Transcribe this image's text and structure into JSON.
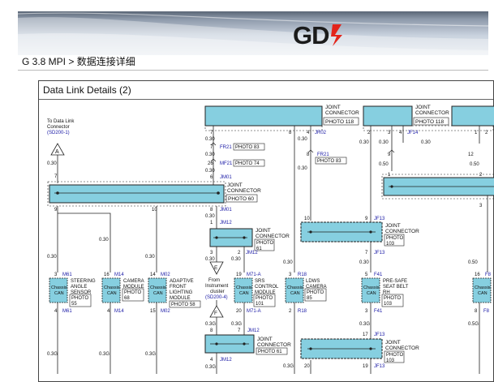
{
  "header": {
    "logo_text": "GD",
    "brand_color": "#e3241b"
  },
  "breadcrumb": "G 3.8 MPI > 数据连接详细",
  "panel": {
    "title": "Data Link Details (2)"
  },
  "diagram": {
    "to_data_link": [
      "To Data Link",
      "Connector",
      "(SD200-1)"
    ],
    "node_a": "A",
    "node_e": "E",
    "node_f": "F",
    "from_cluster": [
      "From",
      "Instrument",
      "cluster",
      "(SD200-4)"
    ],
    "joint_connector": [
      "JOINT",
      "CONNECTOR"
    ],
    "photo_118": "PHOTO 118",
    "photo_60": "PHOTO 60",
    "photo_61": [
      "PHOTO",
      "61"
    ],
    "photo_61b": "PHOTO 61",
    "photo_103": [
      "PHOTO",
      "103"
    ],
    "photo_83": "PHOTO 83",
    "photo_74": "PHOTO 74",
    "photo_55": [
      "PHOTO",
      "55"
    ],
    "photo_68": [
      "PHOTO",
      "68"
    ],
    "photo_58": "PHOTO 58",
    "photo_101": [
      "PHOTO",
      "101"
    ],
    "photo_85": [
      "PHOTO",
      "85"
    ],
    "chassis_can": [
      "Chassis",
      "CAN"
    ],
    "steering_sensor": [
      "STEERING",
      "ANGLE",
      "SENSOR"
    ],
    "camera_module": [
      "CAMERA",
      "MODULE"
    ],
    "adaptive_front": [
      "ADAPTIVE",
      "FRONT",
      "LIGHTING",
      "MODULE"
    ],
    "srs_control": [
      "SRS",
      "CONTROL",
      "MODULE"
    ],
    "ldws_camera": [
      "LDWS",
      "CAMERA"
    ],
    "pre_safe": [
      "PRE-SAFE",
      "SEAT BELT",
      "RH"
    ],
    "conn_fr21": "FR21",
    "conn_mf21": "MF21",
    "conn_jm01": "JM01",
    "conn_jm12": "JM12",
    "conn_jr02": "JR02",
    "conn_jf14": "JF14",
    "conn_jf13": "JF13",
    "conn_m61": "M61",
    "conn_m14": "M14",
    "conn_m02": "M02",
    "conn_m71a": "M71-A",
    "conn_r18": "R18",
    "conn_f41": "F41",
    "conn_f8": "F8",
    "wire_030": "0.30",
    "wire_03g": "0.3G",
    "wire_050": "0.50",
    "wire_05g": "0.5G",
    "pin_1": "1",
    "pin_2": "2",
    "pin_3": "3",
    "pin_4": "4",
    "pin_5": "5",
    "pin_6": "6",
    "pin_7": "7",
    "pin_8": "8",
    "pin_9": "9",
    "pin_10": "10",
    "pin_12": "12",
    "pin_14": "14",
    "pin_15": "15",
    "pin_16": "16",
    "pin_17": "17",
    "pin_19": "19",
    "pin_20": "20",
    "pin_26": "26",
    "fill_color": "#86cfe0",
    "wire_color": "#222222",
    "label_color": "#1a1aa6"
  }
}
